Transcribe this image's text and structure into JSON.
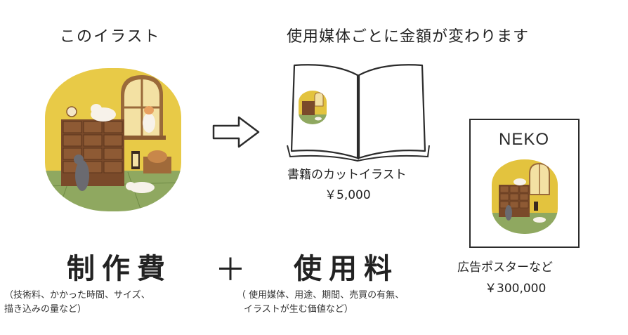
{
  "headings": {
    "this_illustration": "このイラスト",
    "price_varies": "使用媒体ごとに金額が変わります"
  },
  "formula": {
    "production_fee": "制作費",
    "plus": "＋",
    "usage_fee": "使用料"
  },
  "notes": {
    "production_line1": "（技術料、かかった時間、サイズ、",
    "production_line2": "描き込みの量など）",
    "usage_line1": "（ 使用媒体、用途、期間、売買の有無、",
    "usage_line2": "イラストが生む価値など）"
  },
  "book": {
    "label": "書籍のカットイラスト",
    "price": "￥5,000"
  },
  "poster": {
    "title": "NEKO",
    "label": "広告ポスターなど",
    "price": "￥300,000"
  },
  "colors": {
    "wall_yellow": "#e3c33e",
    "floor_green": "#8fa860",
    "drawer_brown": "#7a4a2a",
    "line": "#2b2b2b"
  }
}
